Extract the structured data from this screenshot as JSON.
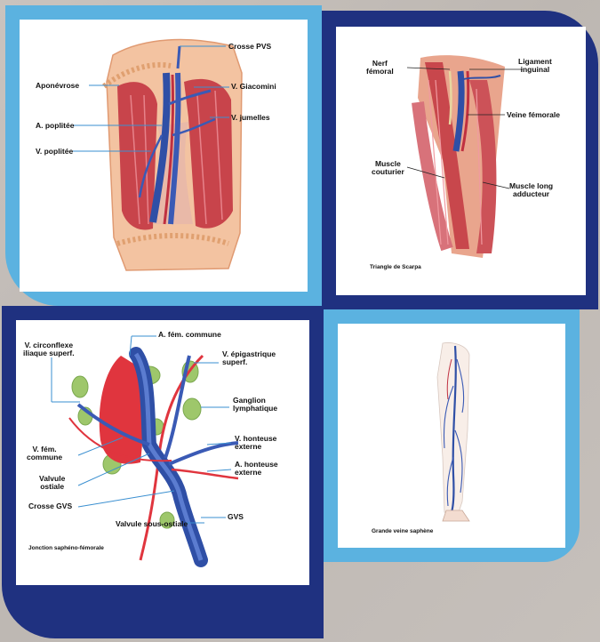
{
  "colors": {
    "frame_light_blue": "#5bb2e0",
    "frame_dark_blue": "#1f3180",
    "background_grey": "#c4bfba",
    "muscle_red": "#c8444b",
    "vein_blue": "#2f4fa6",
    "lymph_green": "#9ec76b"
  },
  "panel_popliteal": {
    "labels": {
      "crosse_pvs": "Crosse PVS",
      "aponevrose": "Aponévrose",
      "v_giacomini": "V. Giacomini",
      "a_poplitee": "A. poplitée",
      "v_jumelles": "V. jumelles",
      "v_poplitee": "V. poplitée"
    }
  },
  "panel_scarpa": {
    "labels": {
      "nerf_femoral": "Nerf\nfémoral",
      "ligament_inguinal": "Ligament\ninguinal",
      "veine_femorale": "Veine fémorale",
      "muscle_couturier": "Muscle\ncouturier",
      "muscle_long_adducteur": "Muscle long\nadducteur"
    },
    "caption": "Triangle de Scarpa"
  },
  "panel_junction": {
    "labels": {
      "a_fem_commune": "A. fém. commune",
      "v_circonflexe": "V. circonflexe\niliaque superf.",
      "v_epigastrique": "V. épigastrique\nsuperf.",
      "ganglion": "Ganglion\nlymphatique",
      "v_fem_commune": "V. fém.\ncommune",
      "v_honteuse": "V. honteuse\nexterne",
      "a_honteuse": "A. honteuse\nexterne",
      "valvule_ostiale": "Valvule\nostiale",
      "crosse_gvs": "Crosse GVS",
      "valvule_sous_ostiale": "Valvule sous-ostiale",
      "gvs": "GVS"
    },
    "caption": "Jonction saphéno-fémorale"
  },
  "panel_saphene": {
    "caption": "Grande veine saphène"
  }
}
